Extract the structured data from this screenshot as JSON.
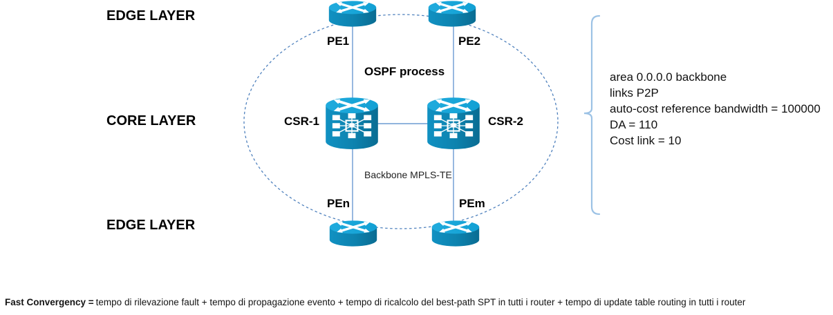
{
  "diagram": {
    "layers": {
      "edge_top": "EDGE LAYER",
      "core": "CORE LAYER",
      "edge_bottom": "EDGE LAYER"
    },
    "nodes": {
      "pe1": {
        "label": "PE1",
        "type": "edge-router"
      },
      "pe2": {
        "label": "PE2",
        "type": "edge-router"
      },
      "csr1": {
        "label": "CSR-1",
        "type": "core-switch-router"
      },
      "csr2": {
        "label": "CSR-2",
        "type": "core-switch-router"
      },
      "pen": {
        "label": "PEn",
        "type": "edge-router"
      },
      "pem": {
        "label": "PEm",
        "type": "edge-router"
      }
    },
    "annotations": {
      "ospf_process": "OSPF process",
      "backbone": "Backbone MPLS-TE"
    },
    "ospf_settings": {
      "lines": [
        "area 0.0.0.0 backbone",
        "links P2P",
        "auto-cost reference bandwidth = 100000",
        "DA = 110",
        "Cost link = 10"
      ]
    },
    "icons": {
      "edge_router": "cisco-router-cylinder-icon",
      "core_router": "cisco-multilayer-switch-cylinder-icon"
    }
  },
  "footer": {
    "term": "Fast Convergency =",
    "definition": "tempo di rilevazione fault + tempo di propagazione evento + tempo di ricalcolo del best-path SPT in tutti i router + tempo di update table routing in tutti i router"
  },
  "colors": {
    "router_body": "#0d82ae",
    "router_body_light": "#1191c2",
    "router_body_dark": "#0a6c92",
    "router_top": "#16a2d6",
    "link_line": "#6b9bd2",
    "boundary_dash": "#4f81bd",
    "brace": "#9cc2e5",
    "text": "#000000"
  }
}
